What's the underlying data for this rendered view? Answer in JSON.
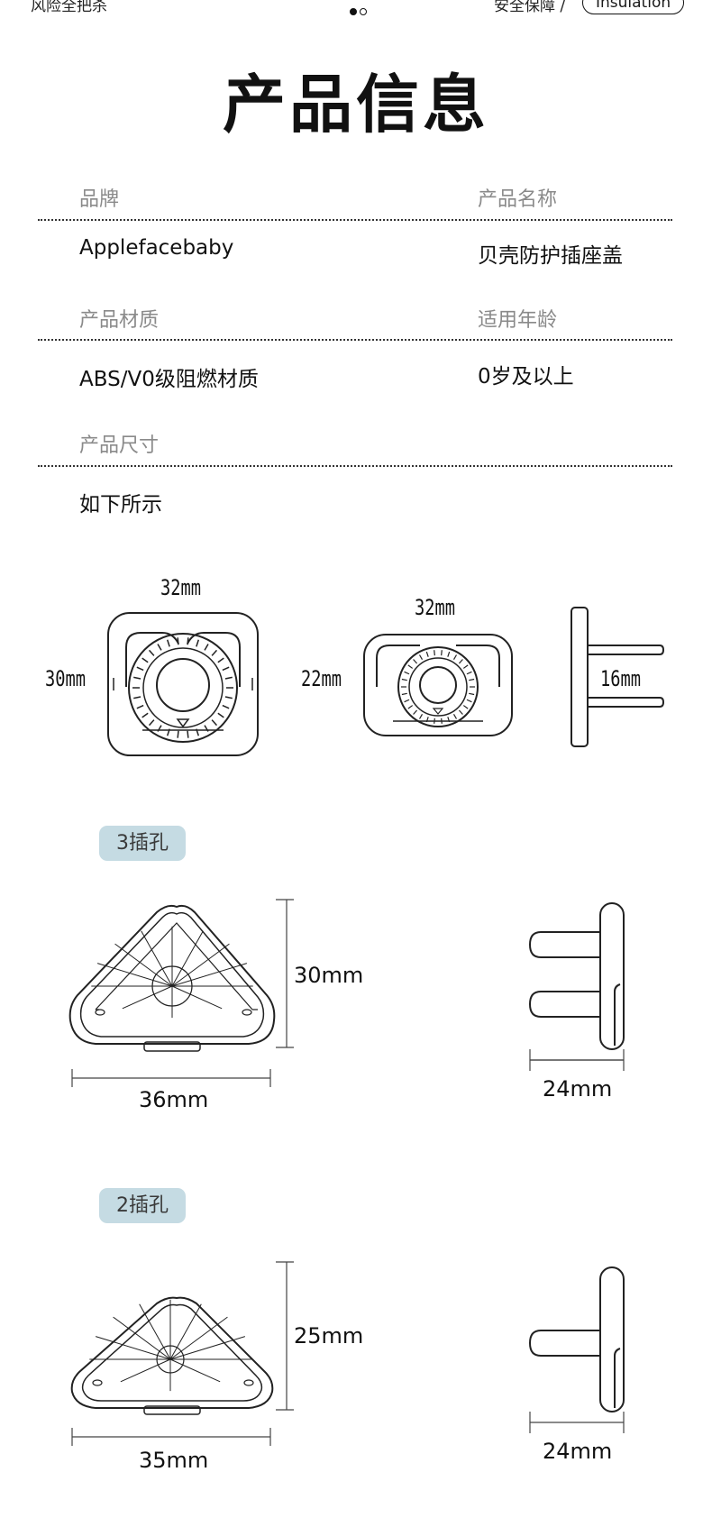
{
  "top_bar": {
    "left_text": "风险全把杀",
    "right_text": "安全保障 /",
    "pill_text": "Insulation"
  },
  "title": "产品信息",
  "spec_table": {
    "brand_label": "品牌",
    "brand_value": "Applefacebaby",
    "name_label": "产品名称",
    "name_value": "贝壳防护插座盖",
    "material_label": "产品材质",
    "material_value": "ABS/V0级阻燃材质",
    "age_label": "适用年龄",
    "age_value": "0岁及以上",
    "size_label": "产品尺寸",
    "size_value": "如下所示"
  },
  "shell_diagrams": {
    "large_width": "32mm",
    "large_height": "30mm",
    "small_width": "32mm",
    "small_height": "22mm",
    "side_depth": "16mm"
  },
  "three_hole": {
    "badge": "3插孔",
    "height": "30mm",
    "width": "36mm",
    "side_width": "24mm"
  },
  "two_hole": {
    "badge": "2插孔",
    "height": "25mm",
    "width": "35mm",
    "side_width": "24mm"
  },
  "colors": {
    "badge_bg": "#c5dbe3",
    "line": "#222222"
  }
}
